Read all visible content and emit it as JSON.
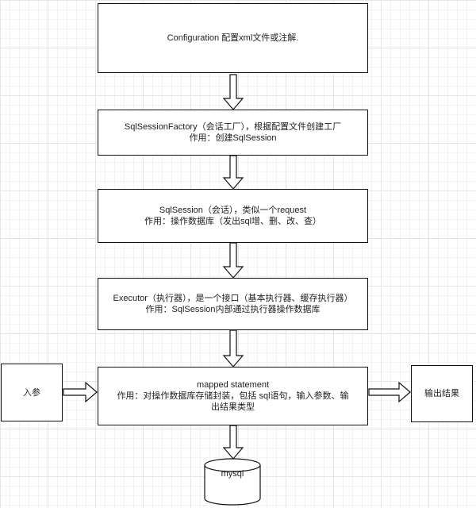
{
  "nodes": {
    "configuration": {
      "line1": "Configuration 配置xml文件或注解."
    },
    "session_factory": {
      "line1": "SqlSessionFactory（会话工厂），根据配置文件创建工厂",
      "line2": "作用：创建SqlSession"
    },
    "session": {
      "line1": "SqlSession（会话），类似一个request",
      "line2": "作用：操作数据库（发出sql增、删、改、查）"
    },
    "executor": {
      "line1": "Executor（执行器），是一个接口（基本执行器、缓存执行器）",
      "line2": "作用：SqlSession内部通过执行器操作数据库"
    },
    "mapped_statement": {
      "line1": "mapped statement",
      "line2": "作用：对操作数据库存储封装，包括 sql语句，输入参数、输出结果类型"
    },
    "input_params": {
      "label": "入参"
    },
    "output_result": {
      "label": "输出结果"
    },
    "database": {
      "label": "mysql"
    }
  },
  "colors": {
    "stroke": "#111111",
    "box_fill": "#ffffff",
    "grid_line": "#e6e6e6"
  }
}
